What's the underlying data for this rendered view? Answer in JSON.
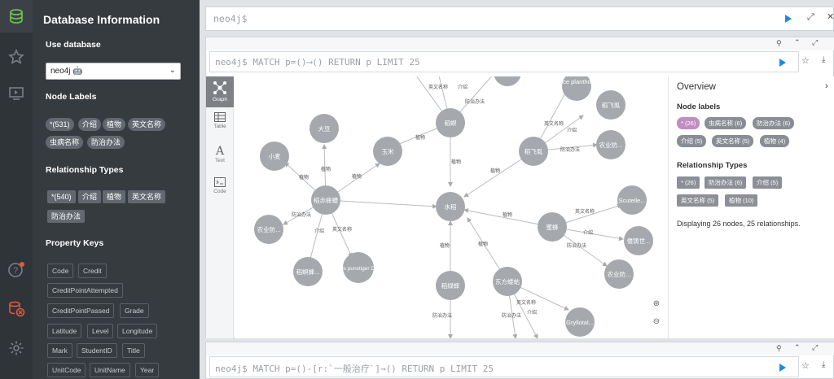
{
  "sidebar": {
    "title": "Database Information",
    "use_database_heading": "Use database",
    "database_value": "neo4j 🤖",
    "node_labels_heading": "Node Labels",
    "node_labels": [
      "*(531)",
      "介绍",
      "植物",
      "英文名称",
      "虫病名称",
      "防治办法"
    ],
    "relationship_types_heading": "Relationship Types",
    "relationship_types": [
      "*(540)",
      "介绍",
      "植物",
      "英文名称",
      "防治办法"
    ],
    "property_keys_heading": "Property Keys",
    "property_keys": [
      "Code",
      "Credit",
      "CreditPointAttempted",
      "CreditPointPassed",
      "Grade",
      "Latitude",
      "Level",
      "Longitude",
      "Mark",
      "StudentID",
      "Title",
      "UnitCode",
      "UnitName",
      "Year"
    ]
  },
  "editor": {
    "prompt": "neo4j$"
  },
  "frame1": {
    "query": "neo4j$ MATCH p=()⟶() RETURN p LIMIT 25",
    "views": [
      "Graph",
      "Table",
      "Text",
      "Code"
    ],
    "graph": {
      "nodes": [
        "Rice plantho...",
        "稻飞虱",
        "稻螟",
        "大豆",
        "玉米",
        "农业防...",
        "小麦",
        "稻飞虱",
        "稻赤蟀螬",
        "水稻",
        "Scutelle...",
        "蜜蜂",
        "农业防...",
        "偃铸世...",
        "农业防...",
        "Cletus punctiger Dallse",
        "稻螟蜂...",
        "稻绿蟀",
        "东方蝼蛄",
        "Gryllotal..."
      ],
      "relationships": [
        "英文名称",
        "介绍",
        "防治办法",
        "植物",
        "植物",
        "植物",
        "英文名称",
        "介绍",
        "防治办法",
        "植物",
        "植物",
        "防治办法",
        "植物",
        "英文名称",
        "介绍",
        "防治办法",
        "介绍",
        "英文名称",
        "植物",
        "植物",
        "英文名称",
        "介绍",
        "防治办法",
        "植物",
        "防治办法"
      ]
    },
    "overview": {
      "title": "Overview",
      "node_labels_heading": "Node labels",
      "node_labels": [
        "* (26)",
        "虫病名称 (6)",
        "防治办法 (6)",
        "介绍 (5)",
        "英文名称 (5)",
        "植物 (4)"
      ],
      "relationship_types_heading": "Relationship Types",
      "relationship_types": [
        "* (26)",
        "防治办法 (6)",
        "介绍 (5)",
        "英文名称 (5)",
        "植物 (10)"
      ],
      "footer": "Displaying 26 nodes, 25 relationships."
    }
  },
  "frame2": {
    "query": "neo4j$ MATCH p=()-[r:`一般治疗`]→() RETURN p LIMIT 25"
  },
  "colors": {
    "accent": "#1e88e5",
    "node": "#a5a9ae",
    "pink": "#c28cc4",
    "rail": "#2f3438",
    "drawer": "#363b40"
  }
}
